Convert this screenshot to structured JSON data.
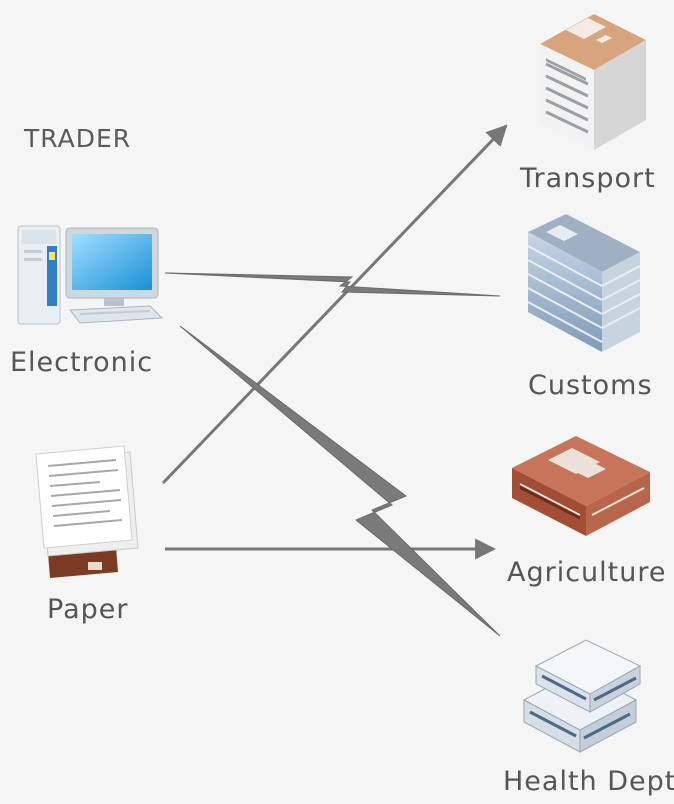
{
  "title": "TRADER",
  "sources": [
    {
      "id": "electronic",
      "label": "Electronic",
      "icon": "computer-icon"
    },
    {
      "id": "paper",
      "label": "Paper",
      "icon": "paper-documents-icon"
    }
  ],
  "agencies": [
    {
      "id": "transport",
      "label": "Transport",
      "icon": "office-building-icon"
    },
    {
      "id": "customs",
      "label": "Customs",
      "icon": "glass-tower-icon"
    },
    {
      "id": "agriculture",
      "label": "Agriculture",
      "icon": "brick-building-icon"
    },
    {
      "id": "health",
      "label": "Health Dept",
      "icon": "hospital-building-icon"
    }
  ],
  "colors": {
    "background": "#f5f5f5",
    "arrow": "#7a7a7a",
    "text": "#555555"
  }
}
